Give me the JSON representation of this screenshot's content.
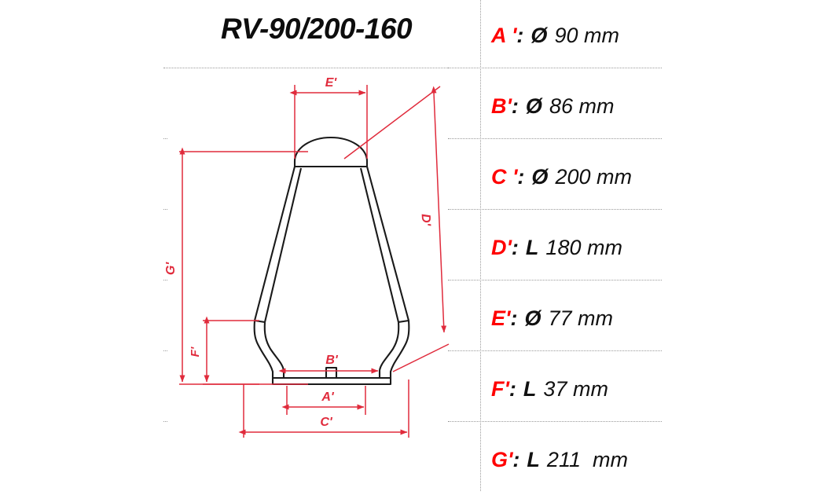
{
  "title": "RV-90/200-160",
  "colors": {
    "label_red": "#ff0000",
    "dimension_red": "#e02b3c",
    "outline_black": "#1a1a1a",
    "rule_gray": "#9a9a9a",
    "value_black": "#111111"
  },
  "spec_table": {
    "rows": [
      {
        "label": "A '",
        "colon": ":",
        "symbol": "Ø",
        "value": "90 mm"
      },
      {
        "label": "B'",
        "colon": ":",
        "symbol": "Ø",
        "value": "86 mm"
      },
      {
        "label": "C '",
        "colon": ":",
        "symbol": "Ø",
        "value": "200 mm"
      },
      {
        "label": "D'",
        "colon": ":",
        "symbol": "L",
        "value": "180 mm"
      },
      {
        "label": "E'",
        "colon": ":",
        "symbol": "Ø",
        "value": "77 mm"
      },
      {
        "label": "F'",
        "colon": ":",
        "symbol": "L",
        "value": "37 mm"
      },
      {
        "label": "G'",
        "colon": ":",
        "symbol": "L",
        "value": "211  mm"
      }
    ]
  },
  "drawing": {
    "dimension_labels": {
      "e_top": "E'",
      "d_diagonal": "D'",
      "g_height": "G'",
      "f_height": "F'",
      "b_inner": "B'",
      "a_base": "A'",
      "c_outer": "C'"
    }
  }
}
